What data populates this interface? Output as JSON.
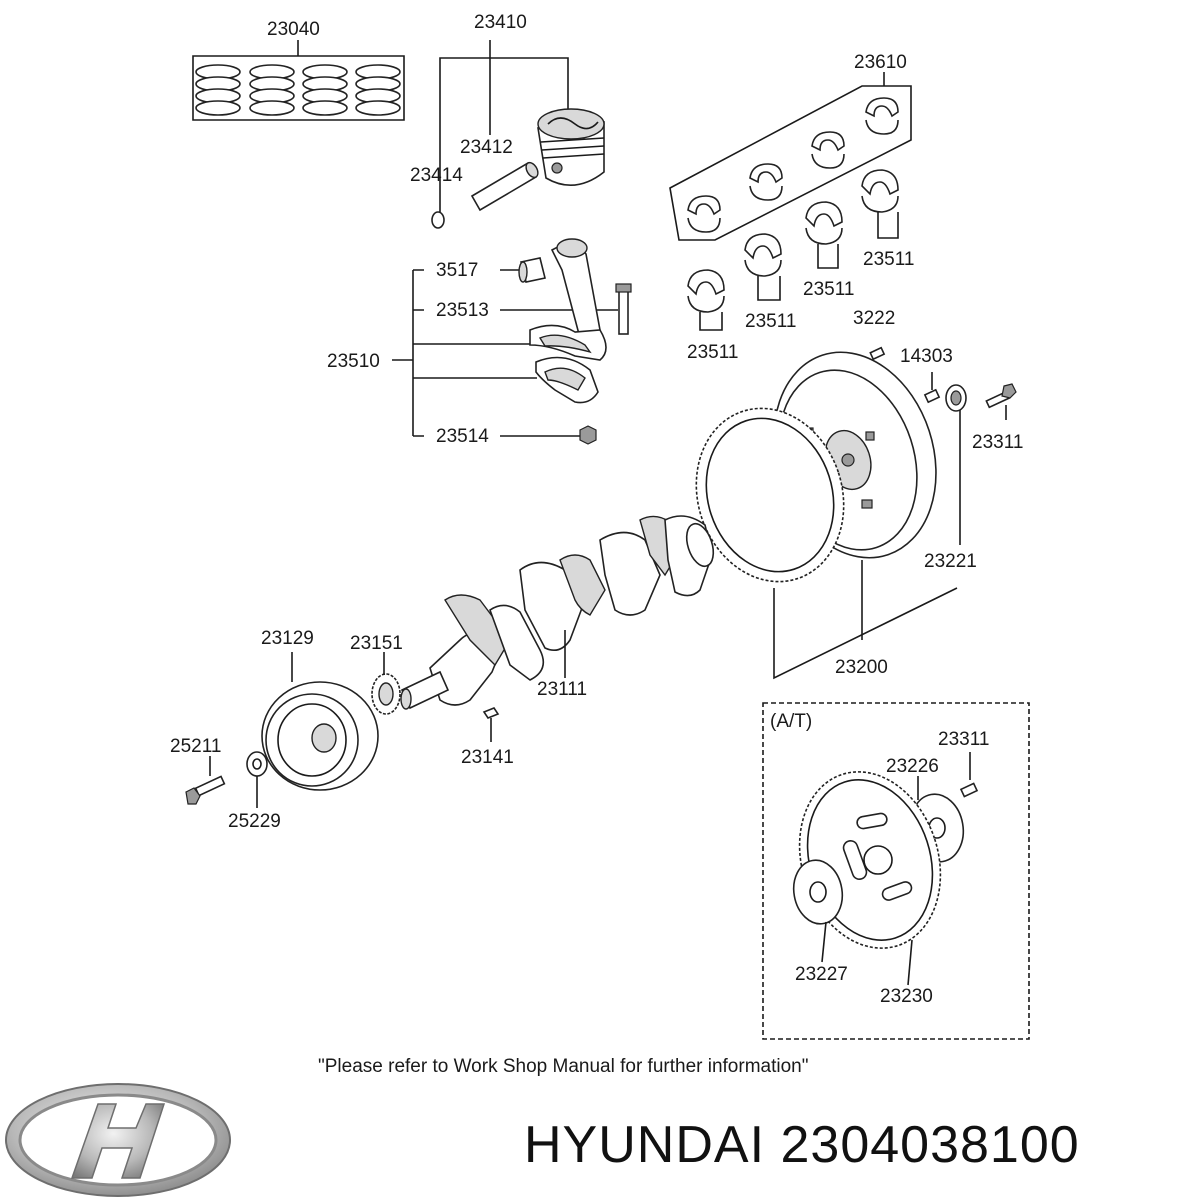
{
  "labels": {
    "p23040": "23040",
    "p23410": "23410",
    "p23412": "23412",
    "p23414": "23414",
    "p23610": "23610",
    "p3517": "3517",
    "p23513": "23513",
    "p23510": "23510",
    "p23514": "23514",
    "p23511a": "23511",
    "p23511b": "23511",
    "p23511c": "23511",
    "p23511d": "23511",
    "p3222": "3222",
    "p14303": "14303",
    "p23311a": "23311",
    "p23221": "23221",
    "p23200": "23200",
    "p23111": "23111",
    "p23129": "23129",
    "p23151": "23151",
    "p23141": "23141",
    "p25211": "25211",
    "p25229": "25229",
    "at": "(A/T)",
    "p23311b": "23311",
    "p23226": "23226",
    "p23227": "23227",
    "p23230": "23230"
  },
  "note": "\"Please refer to Work Shop Manual for further information\"",
  "brand_text": "HYUNDAI 2304038100",
  "brand_logo_letter": "H",
  "colors": {
    "logo_silver": "#b8b8b8",
    "line": "#1a1a1a"
  }
}
